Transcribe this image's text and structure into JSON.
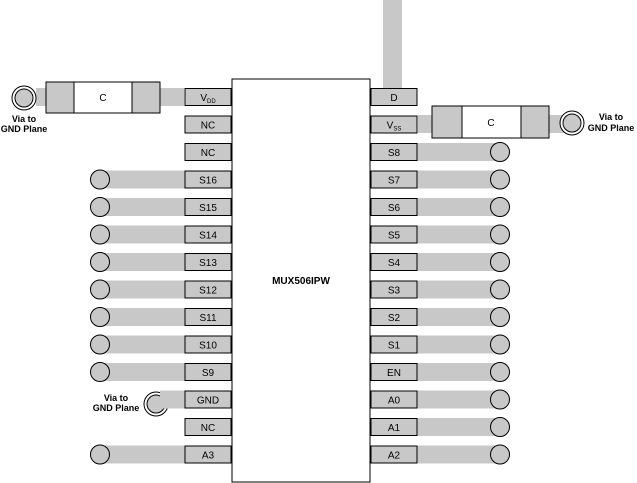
{
  "chip": {
    "name": "MUX506IPW"
  },
  "pins": {
    "left": [
      {
        "label": "V",
        "sub": "DD"
      },
      {
        "label": "NC",
        "sub": ""
      },
      {
        "label": "NC",
        "sub": ""
      },
      {
        "label": "S16",
        "sub": ""
      },
      {
        "label": "S15",
        "sub": ""
      },
      {
        "label": "S14",
        "sub": ""
      },
      {
        "label": "S13",
        "sub": ""
      },
      {
        "label": "S12",
        "sub": ""
      },
      {
        "label": "S11",
        "sub": ""
      },
      {
        "label": "S10",
        "sub": ""
      },
      {
        "label": "S9",
        "sub": ""
      },
      {
        "label": "GND",
        "sub": ""
      },
      {
        "label": "NC",
        "sub": ""
      },
      {
        "label": "A3",
        "sub": ""
      }
    ],
    "right": [
      {
        "label": "D",
        "sub": ""
      },
      {
        "label": "V",
        "sub": "SS"
      },
      {
        "label": "S8",
        "sub": ""
      },
      {
        "label": "S7",
        "sub": ""
      },
      {
        "label": "S6",
        "sub": ""
      },
      {
        "label": "S5",
        "sub": ""
      },
      {
        "label": "S4",
        "sub": ""
      },
      {
        "label": "S3",
        "sub": ""
      },
      {
        "label": "S2",
        "sub": ""
      },
      {
        "label": "S1",
        "sub": ""
      },
      {
        "label": "EN",
        "sub": ""
      },
      {
        "label": "A0",
        "sub": ""
      },
      {
        "label": "A1",
        "sub": ""
      },
      {
        "label": "A2",
        "sub": ""
      }
    ]
  },
  "capacitors": {
    "vdd": {
      "label": "C"
    },
    "vss": {
      "label": "C"
    }
  },
  "vias": {
    "vdd": {
      "line1": "Via to",
      "line2": "GND Plane"
    },
    "vss": {
      "line1": "Via to",
      "line2": "GND Plane"
    },
    "gnd": {
      "line1": "Via to",
      "line2": "GND Plane"
    }
  },
  "colors": {
    "trace": "#c8c8c8",
    "pad": "#c8c8c8",
    "outline": "#000000"
  }
}
